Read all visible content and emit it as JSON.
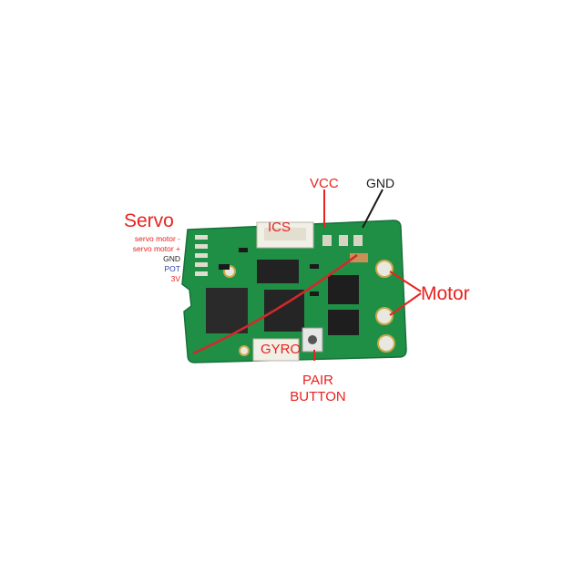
{
  "colors": {
    "board": "#1f8f45",
    "board_dark": "#16703a",
    "label_red": "#e8231f",
    "label_blue": "#2d3fb0",
    "label_black": "#1a1a1a",
    "wire": "#d4282a"
  },
  "labels": {
    "servo": "Servo",
    "servo_pins": [
      "servo motor -",
      "servo motor +",
      "GND",
      "POT",
      "3V"
    ],
    "ics": "ICS",
    "vcc": "VCC",
    "gnd": "GND",
    "motor": "Motor",
    "gyro": "GYRO",
    "pair_line1": "PAIR",
    "pair_line2": "BUTTON"
  }
}
